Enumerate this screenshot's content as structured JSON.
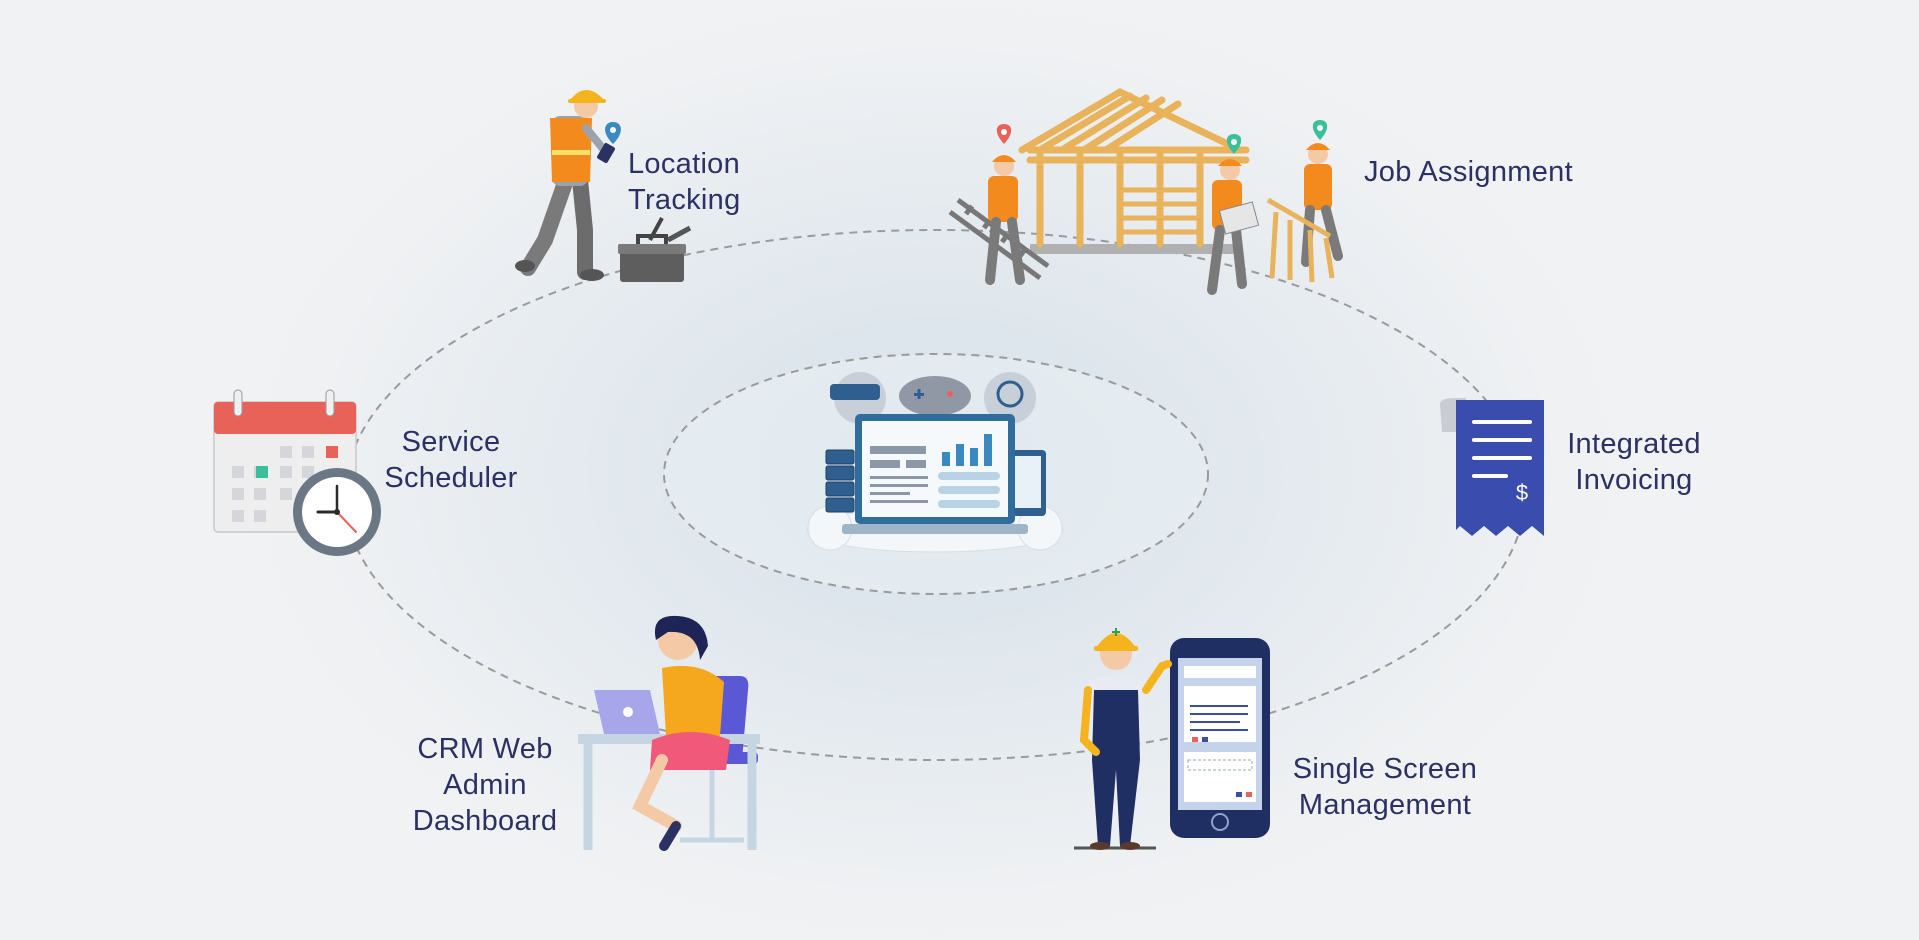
{
  "colors": {
    "text": "#2b3163",
    "ring": "#9a9a9a",
    "vest": "#f28a1e",
    "helmet": "#f5b41e",
    "wood": "#e8b35a",
    "invoice": "#3a4cae",
    "calendar_header": "#e9625a"
  },
  "features": [
    {
      "name": "location-tracking",
      "lines": [
        "Location",
        "Tracking"
      ],
      "icon": "worker-with-toolbox-icon"
    },
    {
      "name": "job-assignment",
      "lines": [
        "Job Assignment"
      ],
      "icon": "house-construction-icon"
    },
    {
      "name": "service-scheduler",
      "lines": [
        "Service",
        "Scheduler"
      ],
      "icon": "calendar-clock-icon"
    },
    {
      "name": "integrated-invoicing",
      "lines": [
        "Integrated",
        "Invoicing"
      ],
      "icon": "invoice-receipt-icon"
    },
    {
      "name": "crm-web-admin-dashboard",
      "lines": [
        "CRM Web",
        "Admin",
        "Dashboard"
      ],
      "icon": "woman-at-laptop-icon"
    },
    {
      "name": "single-screen-management",
      "lines": [
        "Single Screen",
        "Management"
      ],
      "icon": "worker-with-phone-icon"
    }
  ],
  "center": {
    "icon": "cloud-dashboard-icon"
  },
  "invoice_symbol": "$"
}
